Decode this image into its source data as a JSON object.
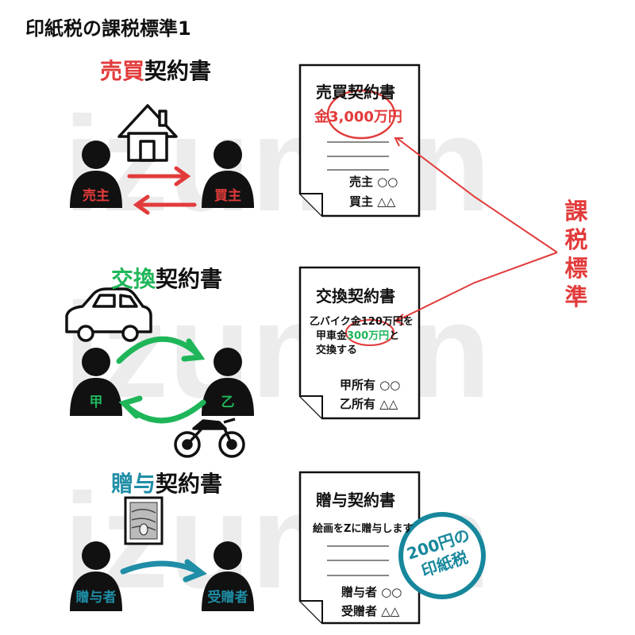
{
  "title": "印紙税の課税標準1",
  "watermark": "izumin",
  "colors": {
    "red": "#e23b3b",
    "green": "#1fb65a",
    "teal": "#1f8ea6",
    "dark": "#111111"
  },
  "sale": {
    "heading_part1": "売買",
    "heading_part2": "契約書",
    "seller": "売主",
    "buyer": "買主",
    "doc": {
      "title": "売買契約書",
      "amount": "金3,000万円",
      "party1": "売主 ○○",
      "party2": "買主 △△"
    }
  },
  "exchange": {
    "heading_part1": "交換",
    "heading_part2": "契約書",
    "person1": "甲",
    "person2": "乙",
    "doc": {
      "title": "交換契約書",
      "line1": "乙バイク金120万円を",
      "line2_prefix": "甲車金",
      "line2_amount": "300万円",
      "line2_suffix": "と",
      "line3": "交換する",
      "party1": "甲所有 ○○",
      "party2": "乙所有 △△"
    }
  },
  "gift": {
    "heading_part1": "贈与",
    "heading_part2": "契約書",
    "giver": "贈与者",
    "receiver": "受贈者",
    "doc": {
      "title": "贈与契約書",
      "line1": "絵画をZに贈与します",
      "party1": "贈与者 ○○",
      "party2": "受贈者 △△"
    },
    "stamp_line1": "200円の",
    "stamp_line2": "印紙税"
  },
  "tax_base_label": [
    "課",
    "税",
    "標",
    "準"
  ]
}
